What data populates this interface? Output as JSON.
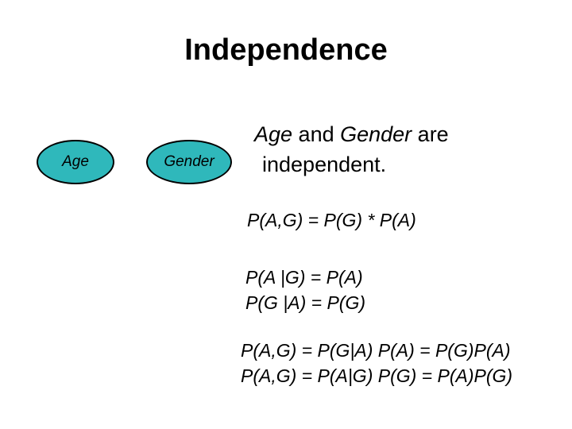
{
  "title": "Independence",
  "colors": {
    "node_fill": "#2fb8bb",
    "node_border": "#000000"
  },
  "nodes": [
    {
      "label": "Age"
    },
    {
      "label": "Gender"
    }
  ],
  "statement": {
    "term1": "Age",
    "and": " and ",
    "term2": "Gender",
    "are": " are",
    "line2": "independent."
  },
  "formulas": [
    "P(A,G) = P(G) * P(A)",
    "P(A |G) = P(A)",
    "P(G |A) = P(G)",
    "P(A,G) = P(G|A) P(A) = P(G)P(A)",
    "P(A,G) = P(A|G) P(G) = P(A)P(G)"
  ]
}
